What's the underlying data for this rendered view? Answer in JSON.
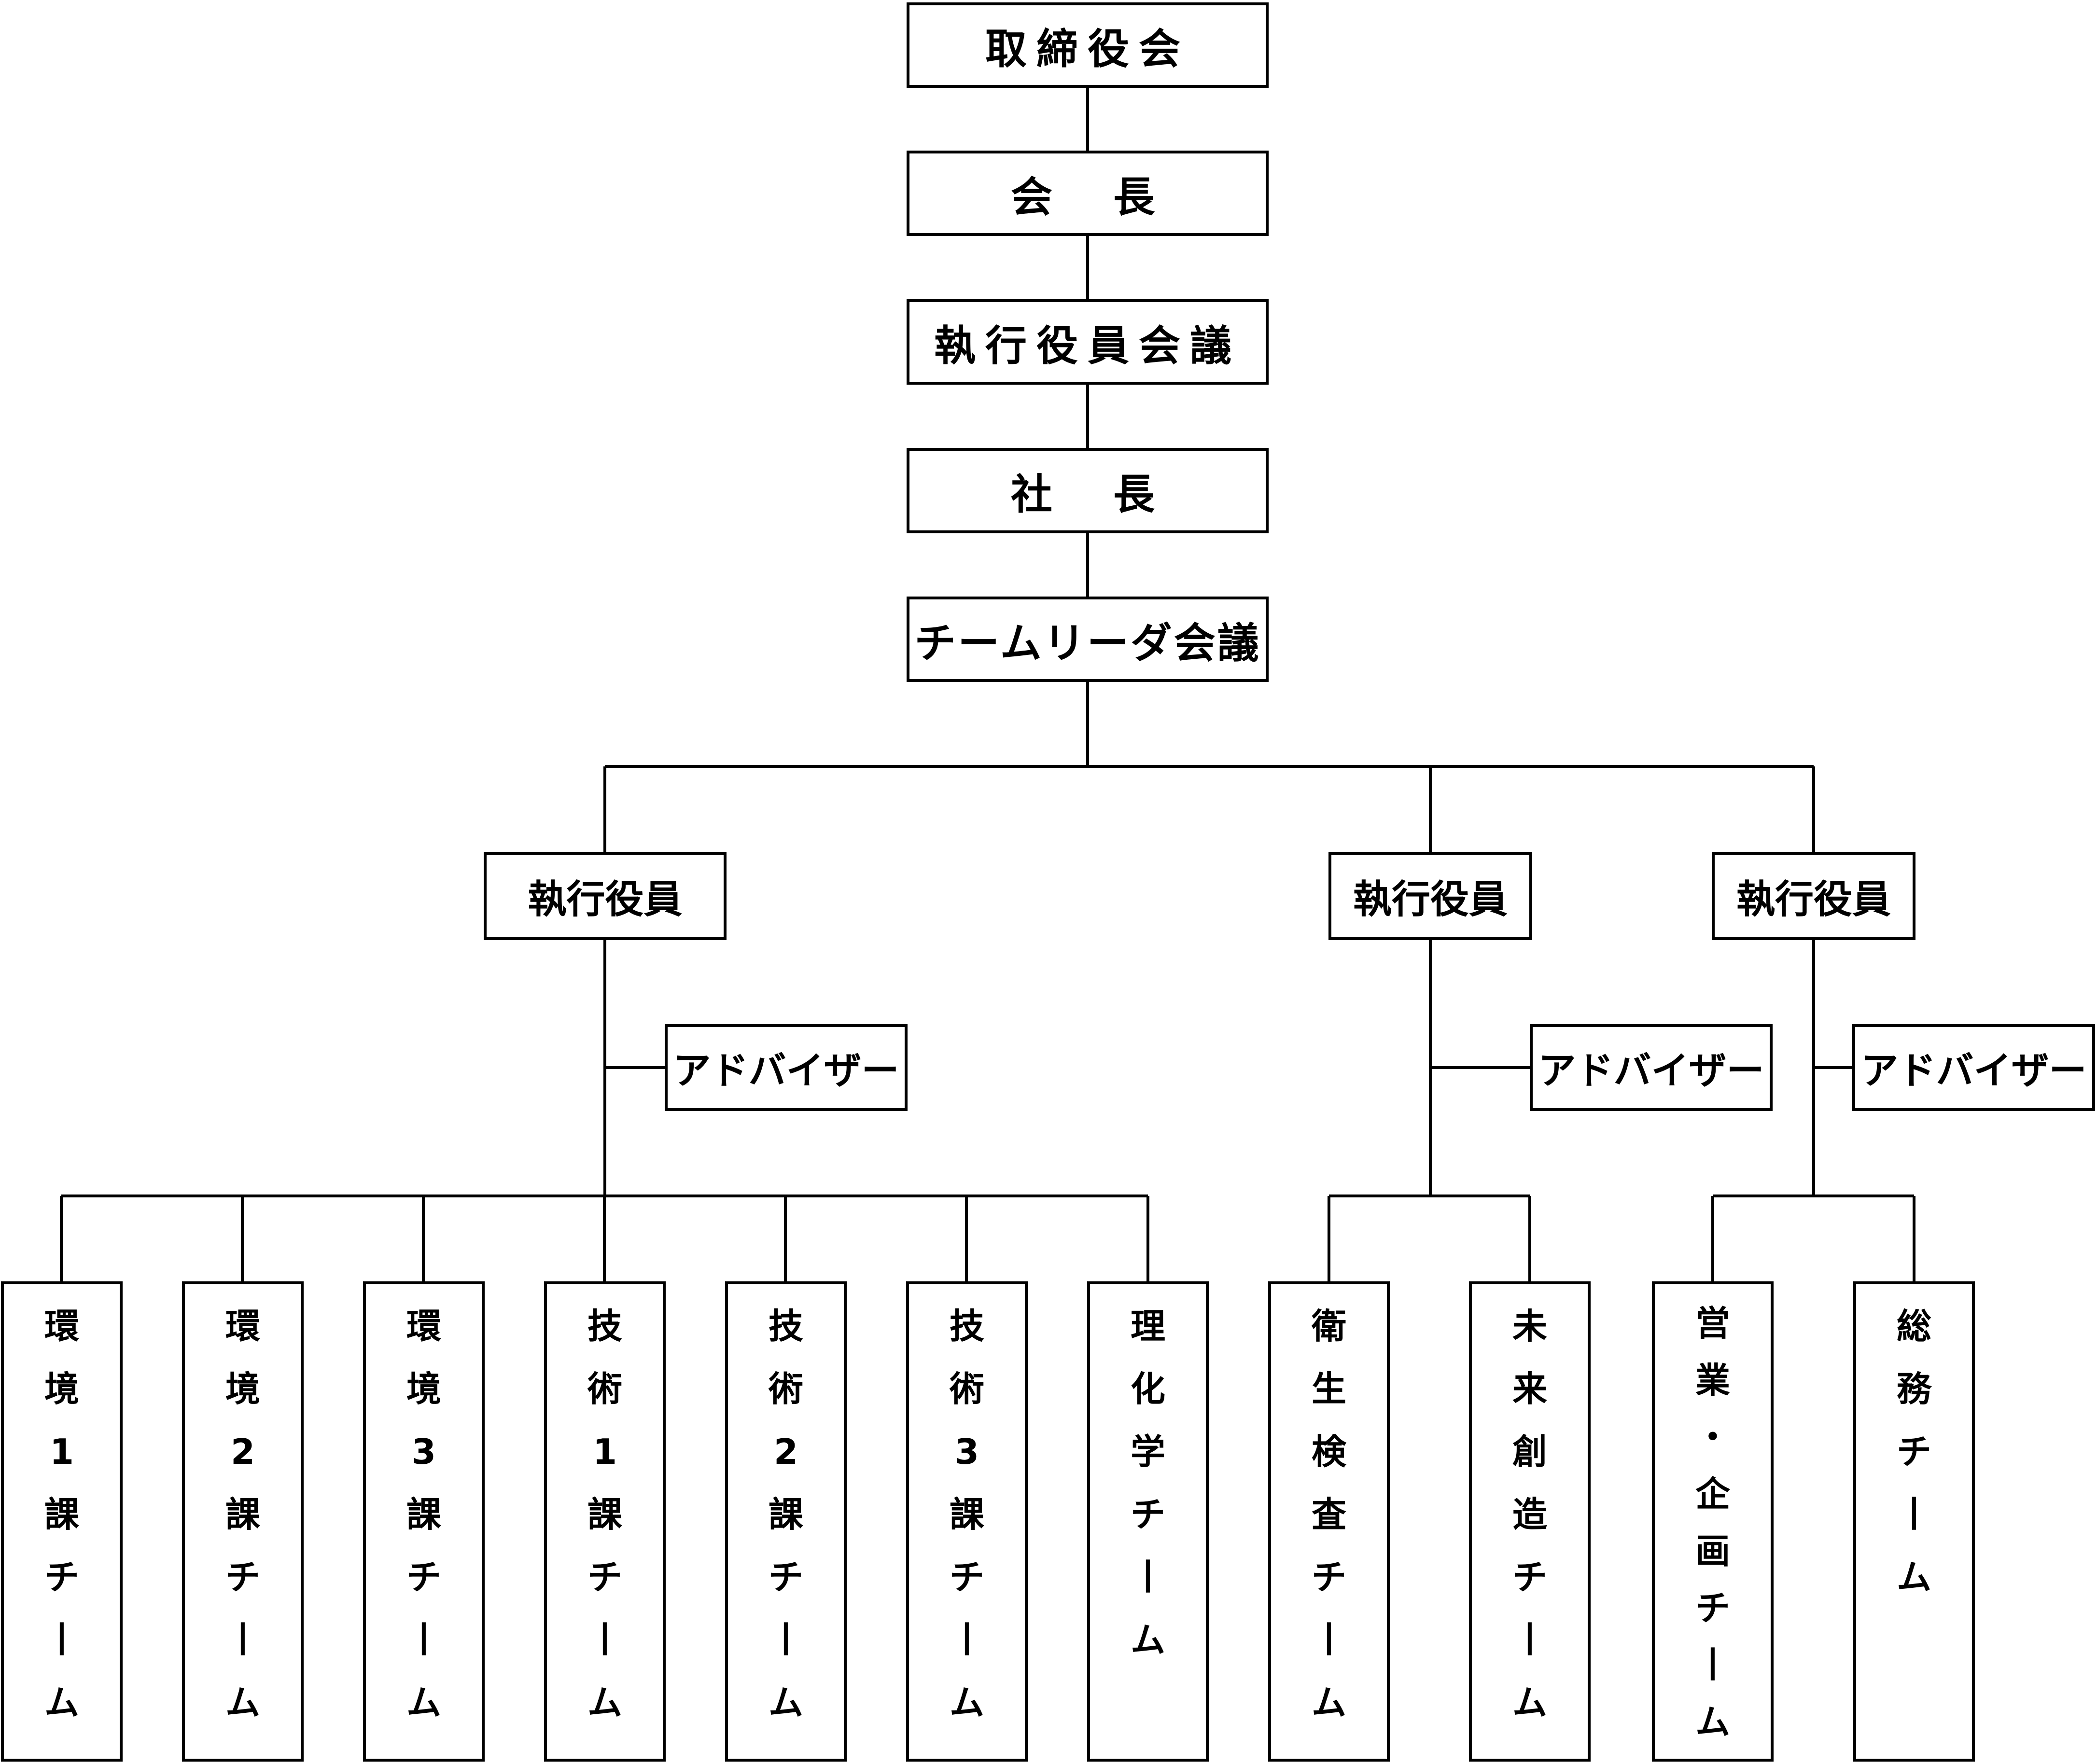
{
  "chain": [
    {
      "id": "board",
      "label": "取締役会"
    },
    {
      "id": "chairman",
      "label": "会　長"
    },
    {
      "id": "exec-meeting",
      "label": "執行役員会議"
    },
    {
      "id": "president",
      "label": "社　長"
    },
    {
      "id": "leader-meeting",
      "label": "チームリーダ会議"
    }
  ],
  "divisions": [
    {
      "exec": "執行役員",
      "advisor": "アドバイザー",
      "teams": [
        "環境1課チーム",
        "環境2課チーム",
        "環境3課チーム",
        "技術1課チーム",
        "技術2課チーム",
        "技術3課チーム",
        "理化学チーム"
      ]
    },
    {
      "exec": "執行役員",
      "advisor": "アドバイザー",
      "teams": [
        "衛生検査チーム",
        "未来創造チーム"
      ]
    },
    {
      "exec": "執行役員",
      "advisor": "アドバイザー",
      "teams": [
        "営業・企画チーム",
        "総務チーム"
      ]
    }
  ]
}
